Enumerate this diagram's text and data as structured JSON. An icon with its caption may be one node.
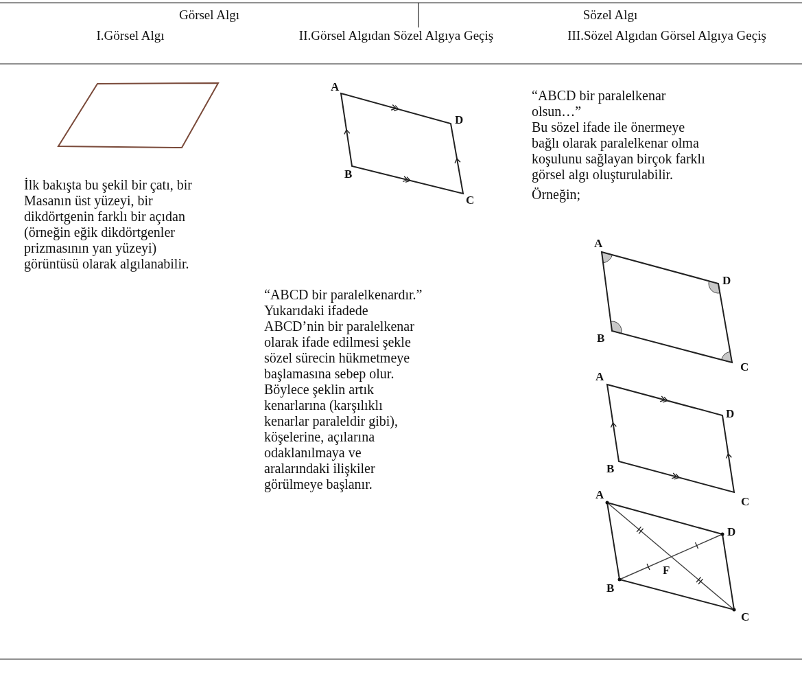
{
  "diagram": {
    "labels": [
      "Görsel Algı",
      "Sözel Algı",
      "I.Görsel Algı",
      "II.Görsel Algıdan Sözel Algıya Geçiş",
      "III.Sözel Algıdan Görsel Algıya Geçiş",
      "İlk bakışta bu şekil bir çatı, bir Masanın üst yüzeyi, bir dikdörtgenin farklı bir açıdan (örneğin eğik dikdörtgenler prizmasının yan yüzeyi) görüntüsü olarak algılanabilir.",
      "A",
      "D",
      "B",
      "C",
      "“ABCD bir paralelkenardır.” Yukarıdaki ifadede ABCD’nin bir paralelkenar olarak ifade edilmesi şekle sözel sürecin hükmetmeye başlamasına sebep olur. Böylece şeklin artık kenarlarına (karşılıklı kenarlar paraleldir gibi), köşelerine, açılarına odaklanılmaya ve aralarındaki ilişkiler görülmeye başlanır.",
      "“ABCD bir paralelkenar olsun…”",
      "Bu sözel ifade ile önermeye bağlı olarak paralelkenar olma koşulunu sağlayan birçok farklı görsel algı oluşturulabilir.",
      "Örneğin;",
      "A",
      "D",
      "B",
      "C",
      "A",
      "D",
      "B",
      "C",
      "A",
      "D",
      "F",
      "B",
      "C"
    ]
  }
}
